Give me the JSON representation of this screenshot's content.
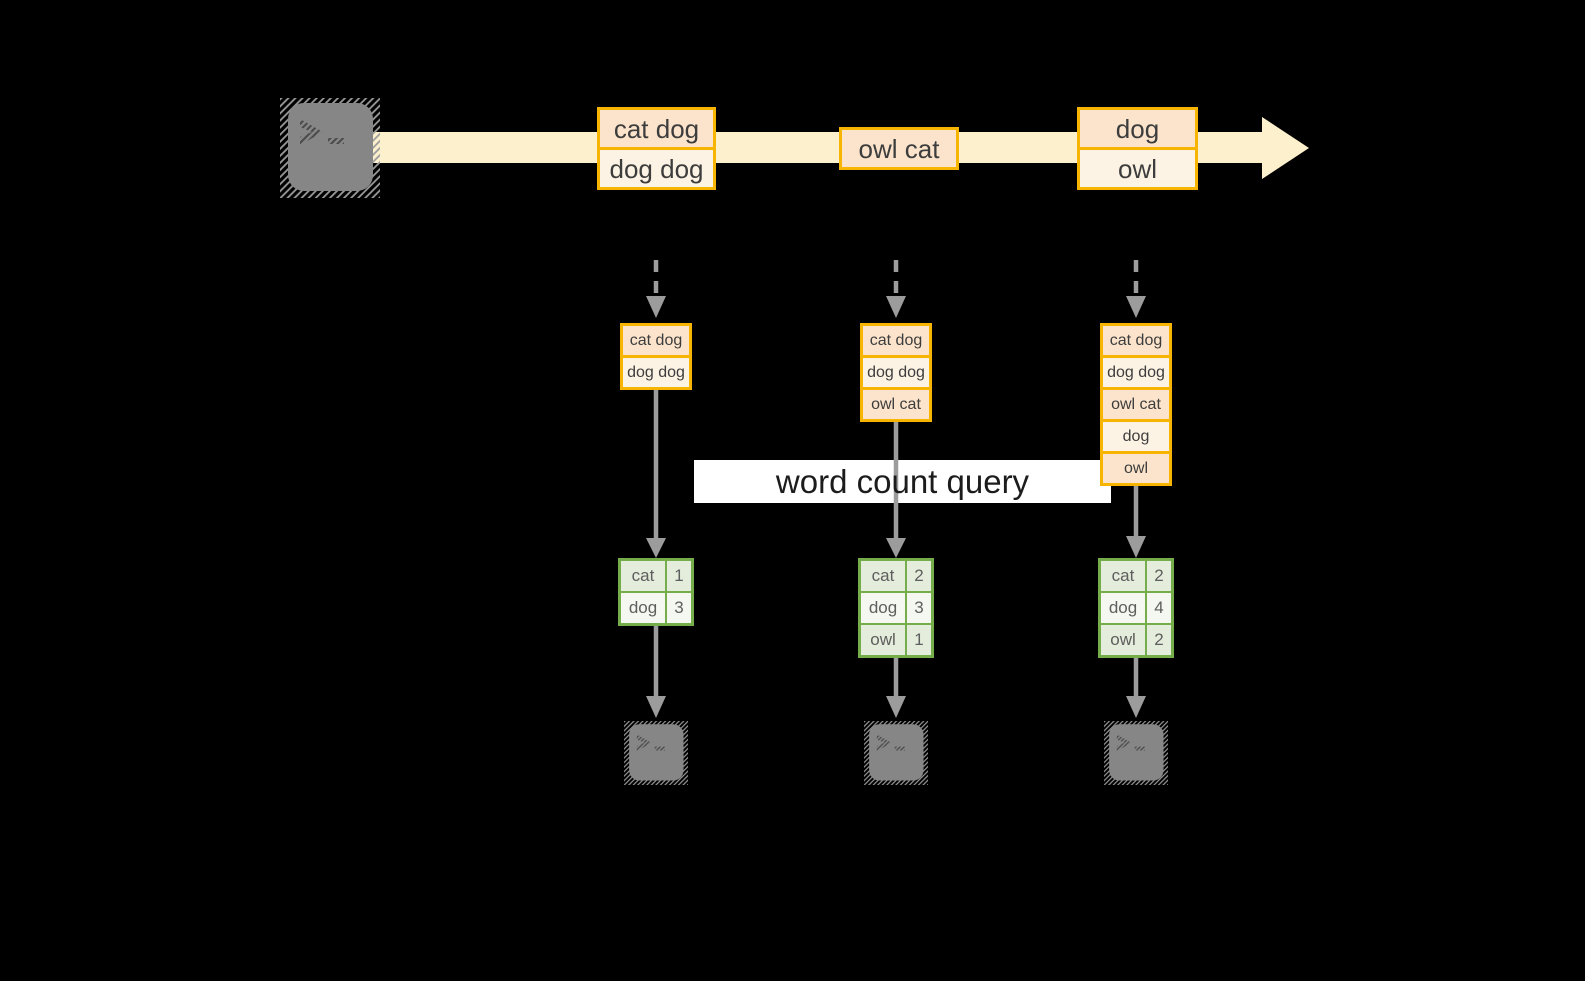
{
  "query_label": "word count query",
  "colors": {
    "bg": "#000000",
    "gold": "#F7B400",
    "peach": "#FBE4CB",
    "cream": "#FDF3E4",
    "band": "#FCF0CD",
    "green": "#76AD4B",
    "green_cell": "#E4ECDB",
    "green_cell_alt": "#F4F8F0",
    "gray": "#9C9C9C",
    "term_body": "#868686",
    "glyph": "#4A4A4A",
    "box_text": "#3D3D3D",
    "table_text": "#5E5E5E",
    "query_bg": "#FFFFFF",
    "query_text": "#1C1C1C"
  },
  "icons": {
    "source": "terminal-prompt-icon",
    "sinks": "terminal-prompt-icon",
    "stream": "right-arrow-band",
    "flow": "down-arrow"
  },
  "stream": {
    "batches": [
      [
        "cat dog",
        "dog dog"
      ],
      [
        "owl cat"
      ],
      [
        "dog",
        "owl"
      ]
    ]
  },
  "columns": [
    {
      "received": [
        "cat dog",
        "dog dog"
      ],
      "counts": [
        {
          "word": "cat",
          "count": 1
        },
        {
          "word": "dog",
          "count": 3
        }
      ]
    },
    {
      "received": [
        "cat dog",
        "dog dog",
        "owl cat"
      ],
      "counts": [
        {
          "word": "cat",
          "count": 2
        },
        {
          "word": "dog",
          "count": 3
        },
        {
          "word": "owl",
          "count": 1
        }
      ]
    },
    {
      "received": [
        "cat dog",
        "dog dog",
        "owl cat",
        "dog",
        "owl"
      ],
      "counts": [
        {
          "word": "cat",
          "count": 2
        },
        {
          "word": "dog",
          "count": 4
        },
        {
          "word": "owl",
          "count": 2
        }
      ]
    }
  ]
}
